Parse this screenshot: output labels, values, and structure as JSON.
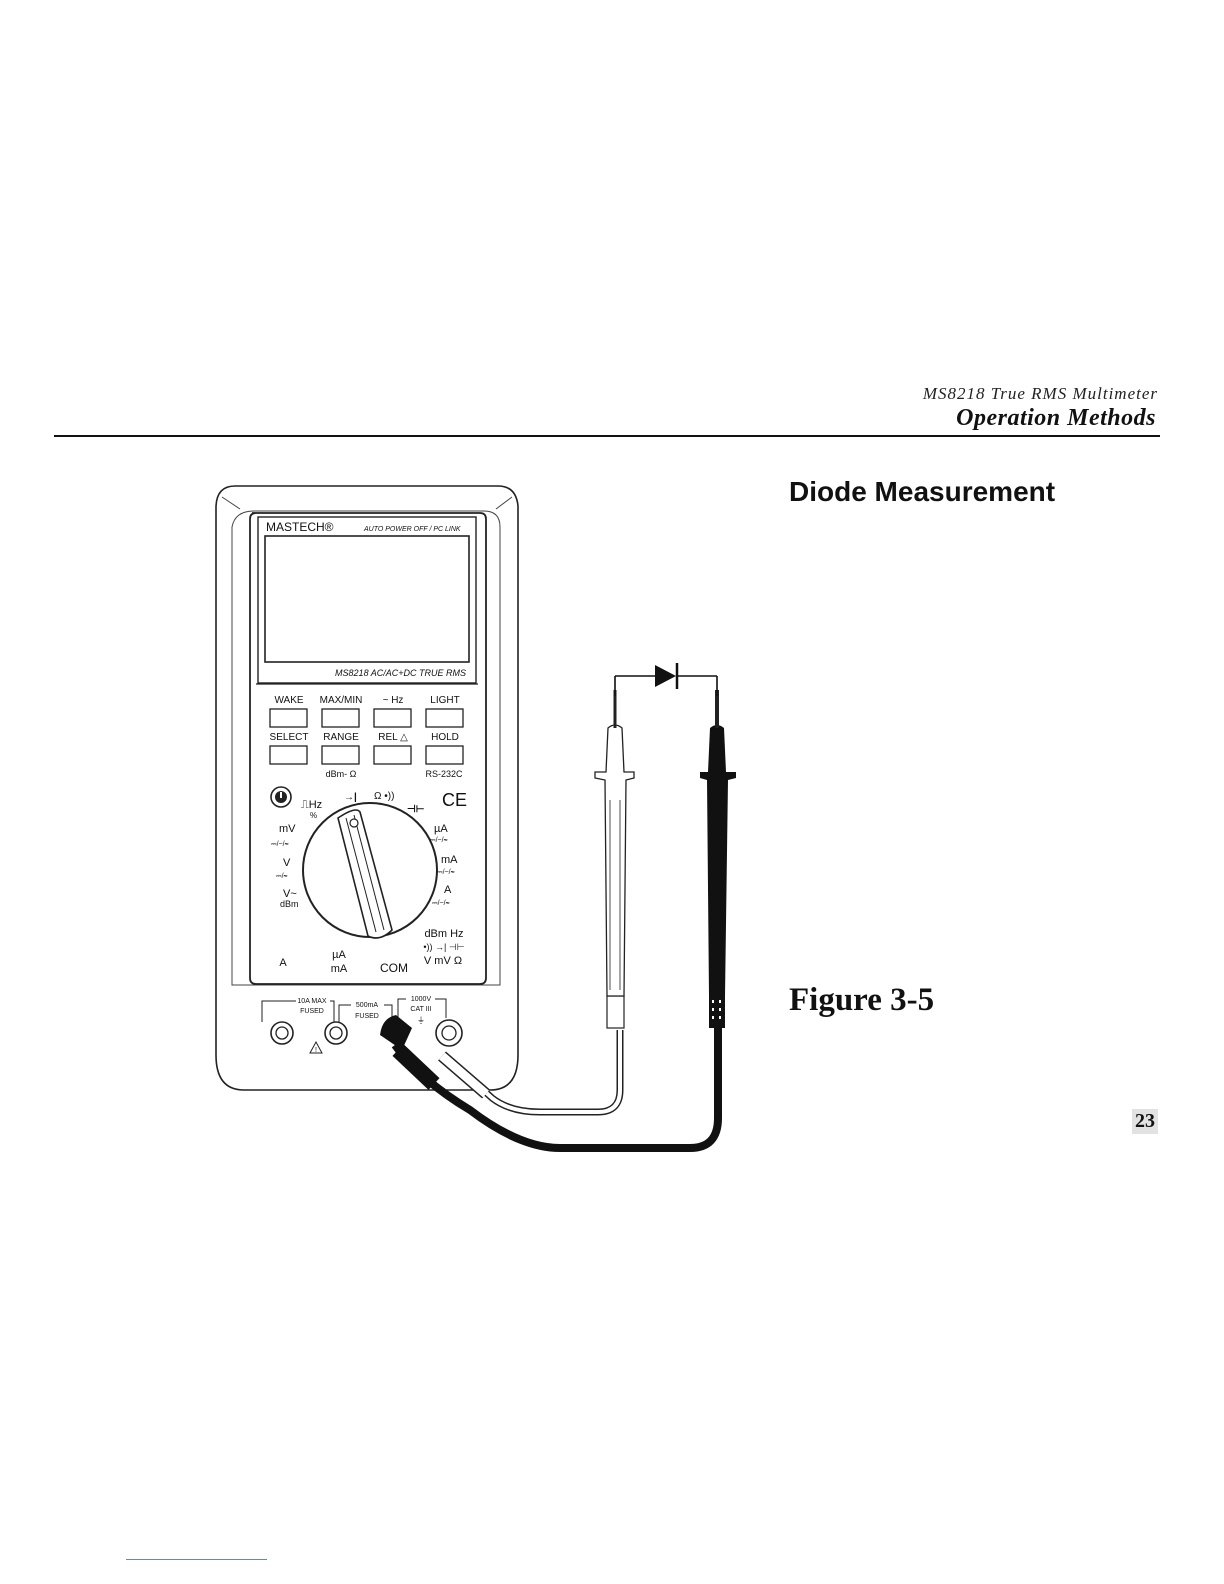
{
  "header": {
    "subtitle": "MS8218 True RMS Multimeter",
    "section": "Operation Methods"
  },
  "section_title": "Diode Measurement",
  "figure": {
    "caption": "Figure 3-5",
    "meter": {
      "brand": "MASTECH®",
      "top_label": "AUTO POWER OFF / PC LINK",
      "model_label": "MS8218 AC/AC+DC TRUE RMS",
      "buttons_row1": [
        "WAKE",
        "MAX/MIN",
        "~ Hz",
        "LIGHT"
      ],
      "buttons_row2": [
        "SELECT",
        "RANGE",
        "REL △",
        "HOLD"
      ],
      "sub_labels": [
        "dBm- Ω",
        "RS-232C"
      ],
      "dial_labels": {
        "hz": "⎍Hz",
        "pct": "%",
        "diode": "→|",
        "ohm": "Ω •))",
        "cap": "⊣⊢",
        "ce": "CE",
        "mv": "mV",
        "v": "V",
        "vac": "V~",
        "dbm": "dBm",
        "ua": "µA",
        "ma": "mA",
        "a": "A"
      },
      "jack_labels": {
        "a": "A",
        "uama_top": "µA",
        "uama_bot": "mA",
        "com": "COM",
        "right1": "dBm Hz",
        "right2": "•)) →| ⊣⊢",
        "right3": "V mV Ω"
      },
      "fuse_labels": {
        "f10a_1": "10A MAX",
        "f10a_2": "FUSED",
        "f500_1": "500mA",
        "f500_2": "FUSED",
        "cat_1": "1000V",
        "cat_2": "CAT III"
      }
    }
  },
  "page_number": "23"
}
